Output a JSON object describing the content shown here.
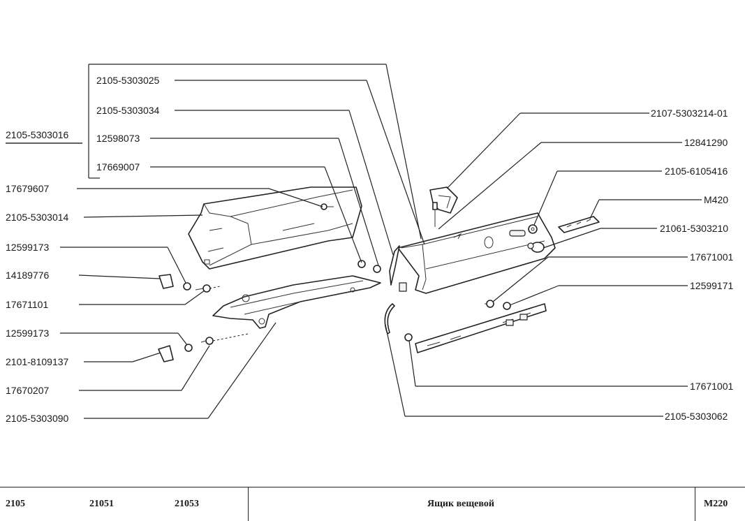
{
  "parts": {
    "p2105_5303025": "2105-5303025",
    "p2105_5303034": "2105-5303034",
    "p2105_5303016": "2105-5303016",
    "p12598073": "12598073",
    "p17669007": "17669007",
    "p17679607": "17679607",
    "p2105_5303014": "2105-5303014",
    "p12599173_a": "12599173",
    "p14189776": "14189776",
    "p17671101": "17671101",
    "p12599173_b": "12599173",
    "p2101_8109137": "2101-8109137",
    "p17670207": "17670207",
    "p2105_5303090": "2105-5303090",
    "p2107_5303214_01": "2107-5303214-01",
    "p12841290": "12841290",
    "p2105_6105416": "2105-6105416",
    "pM420": "M420",
    "p21061_5303210": "21061-5303210",
    "p17671001_a": "17671001",
    "p12599171": "12599171",
    "p17671001_b": "17671001",
    "p2105_5303062": "2105-5303062"
  },
  "footer": {
    "model_1": "2105",
    "model_2": "21051",
    "model_3": "21053",
    "title": "Ящик вещевой",
    "code": "M220"
  }
}
